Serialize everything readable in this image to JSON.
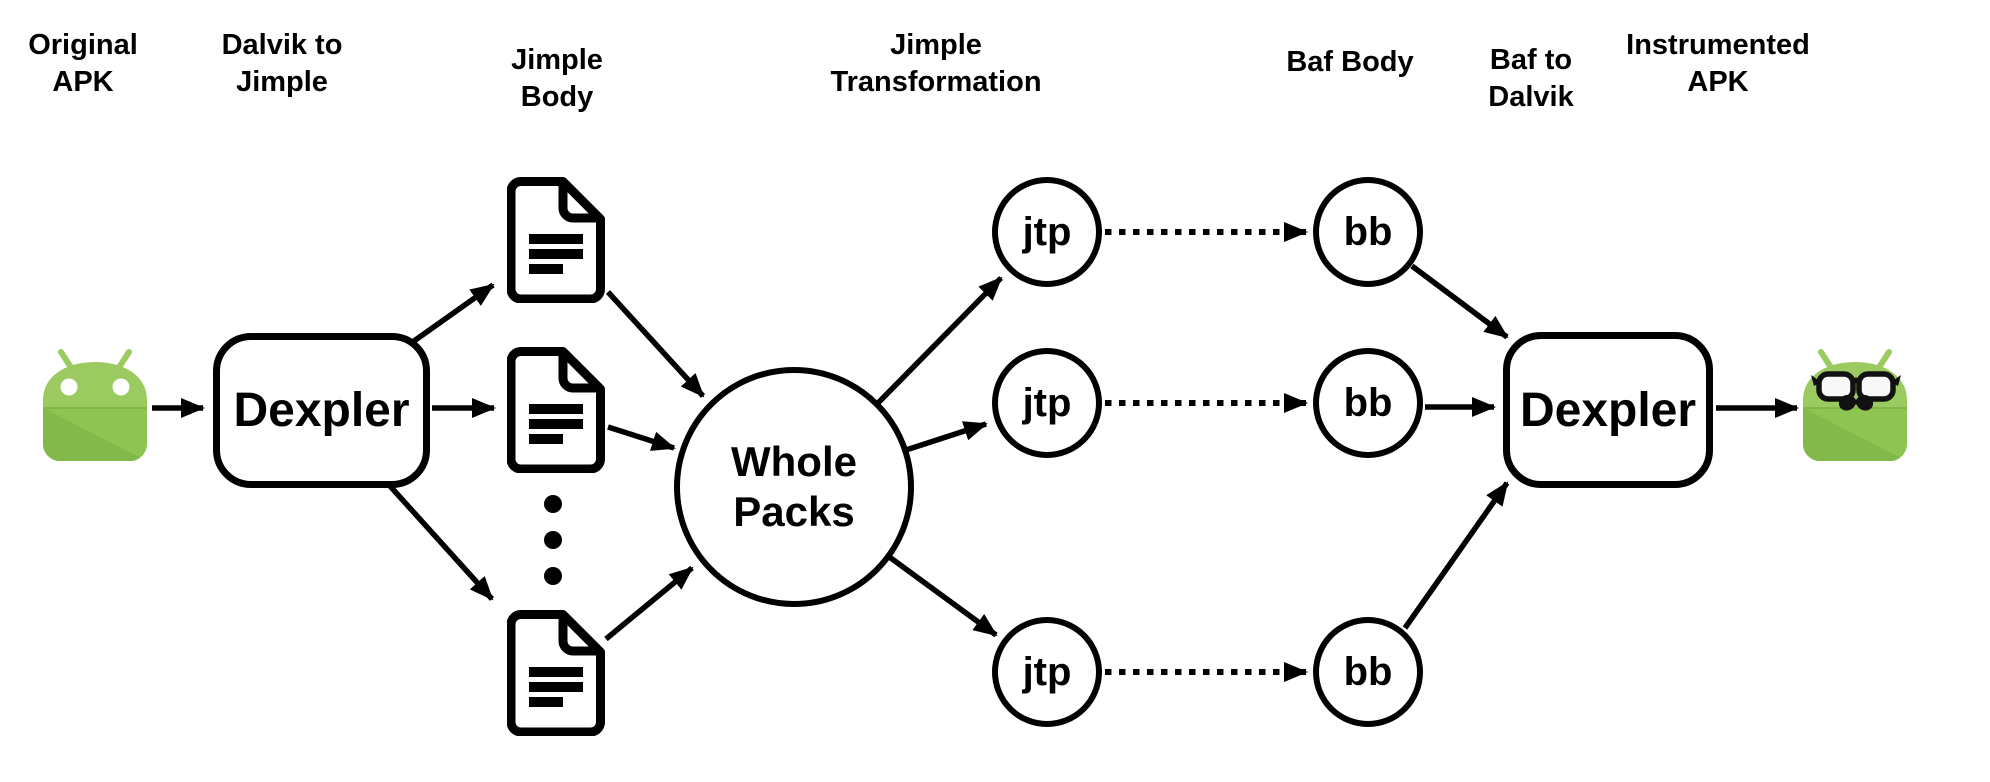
{
  "columns": [
    {
      "id": "original-apk",
      "label": "Original APK"
    },
    {
      "id": "dalvik-to-jimple",
      "label": "Dalvik to Jimple"
    },
    {
      "id": "jimple-body",
      "label": "Jimple Body"
    },
    {
      "id": "jimple-transformation",
      "label": "Jimple Transformation"
    },
    {
      "id": "baf-body",
      "label": "Baf Body"
    },
    {
      "id": "baf-to-dalvik",
      "label": "Baf to Dalvik"
    },
    {
      "id": "instrumented-apk",
      "label": "Instrumented APK"
    }
  ],
  "nodes": {
    "dexpler_front": {
      "label": "Dexpler",
      "shape": "rounded-rect"
    },
    "whole_packs": {
      "label": "Whole Packs",
      "shape": "circle"
    },
    "jtp": {
      "label": "jtp",
      "shape": "circle",
      "count": 3
    },
    "bb": {
      "label": "bb",
      "shape": "circle",
      "count": 3
    },
    "dexpler_back": {
      "label": "Dexpler",
      "shape": "rounded-rect"
    }
  },
  "icons": {
    "original_apk": "android-robot-icon",
    "instrumented_apk": "android-robot-glasses-mustache-icon",
    "jimple_body_files": "document-icon",
    "more_files": "vertical-ellipsis-icon"
  },
  "edges": {
    "solid": [
      {
        "from": "original-apk",
        "to": "dexpler-front"
      },
      {
        "from": "dexpler-front",
        "to": "jimple-body-doc-1"
      },
      {
        "from": "dexpler-front",
        "to": "jimple-body-doc-2"
      },
      {
        "from": "dexpler-front",
        "to": "jimple-body-doc-3"
      },
      {
        "from": "jimple-body-doc-1",
        "to": "whole-packs"
      },
      {
        "from": "jimple-body-doc-2",
        "to": "whole-packs"
      },
      {
        "from": "jimple-body-doc-3",
        "to": "whole-packs"
      },
      {
        "from": "whole-packs",
        "to": "jtp-1"
      },
      {
        "from": "whole-packs",
        "to": "jtp-2"
      },
      {
        "from": "whole-packs",
        "to": "jtp-3"
      },
      {
        "from": "bb-1",
        "to": "dexpler-back"
      },
      {
        "from": "bb-2",
        "to": "dexpler-back"
      },
      {
        "from": "bb-3",
        "to": "dexpler-back"
      },
      {
        "from": "dexpler-back",
        "to": "instrumented-apk"
      }
    ],
    "dotted": [
      {
        "from": "jtp-1",
        "to": "bb-1"
      },
      {
        "from": "jtp-2",
        "to": "bb-2"
      },
      {
        "from": "jtp-3",
        "to": "bb-3"
      }
    ]
  },
  "colors": {
    "android_green_light": "#9BCB60",
    "android_green": "#8DC452",
    "android_green_shade": "#83B94A",
    "stroke_black": "#000000",
    "face_black": "#111111",
    "lens_white": "#f8f8f8",
    "background": "#ffffff"
  }
}
